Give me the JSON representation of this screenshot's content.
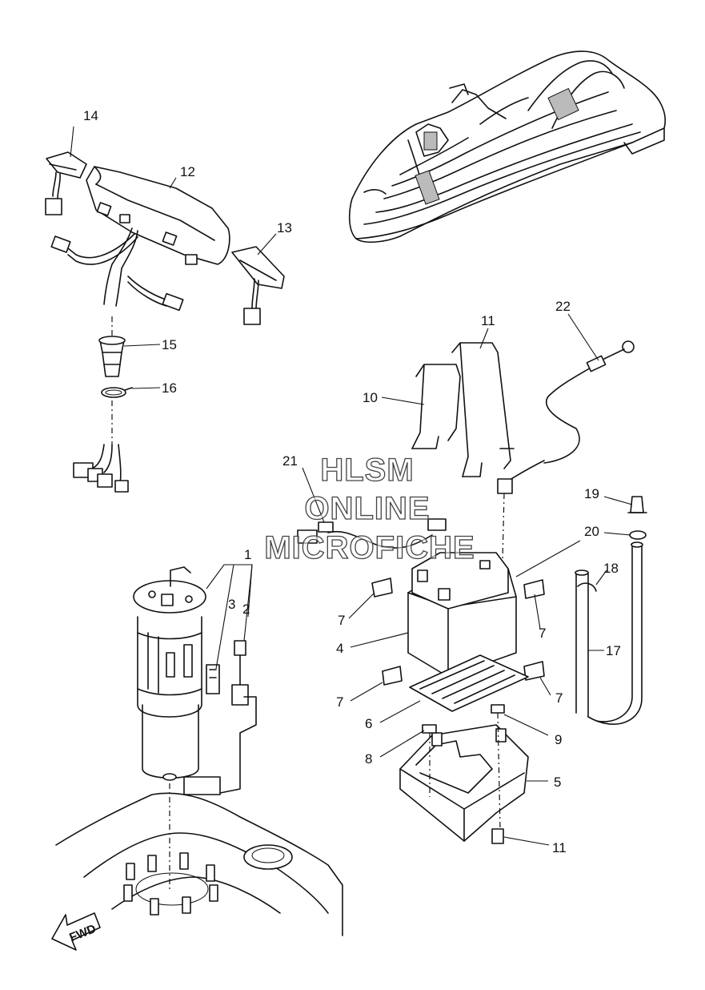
{
  "watermark": {
    "line1": "HLSM",
    "line2": "ONLINE",
    "line3": "MICROFICHE",
    "color": "#444444"
  },
  "direction_arrow": {
    "label": "FWD"
  },
  "callouts": [
    {
      "id": "1",
      "label": "1"
    },
    {
      "id": "2",
      "label": "2"
    },
    {
      "id": "3",
      "label": "3"
    },
    {
      "id": "4",
      "label": "4"
    },
    {
      "id": "5",
      "label": "5"
    },
    {
      "id": "6",
      "label": "6"
    },
    {
      "id": "7a",
      "label": "7"
    },
    {
      "id": "7b",
      "label": "7"
    },
    {
      "id": "7c",
      "label": "7"
    },
    {
      "id": "7d",
      "label": "7"
    },
    {
      "id": "8",
      "label": "8"
    },
    {
      "id": "9",
      "label": "9"
    },
    {
      "id": "10",
      "label": "10"
    },
    {
      "id": "11a",
      "label": "11"
    },
    {
      "id": "11b",
      "label": "11"
    },
    {
      "id": "12",
      "label": "12"
    },
    {
      "id": "13",
      "label": "13"
    },
    {
      "id": "14",
      "label": "14"
    },
    {
      "id": "15",
      "label": "15"
    },
    {
      "id": "16",
      "label": "16"
    },
    {
      "id": "17",
      "label": "17"
    },
    {
      "id": "18",
      "label": "18"
    },
    {
      "id": "19",
      "label": "19"
    },
    {
      "id": "20",
      "label": "20"
    },
    {
      "id": "21",
      "label": "21"
    },
    {
      "id": "22",
      "label": "22"
    }
  ]
}
